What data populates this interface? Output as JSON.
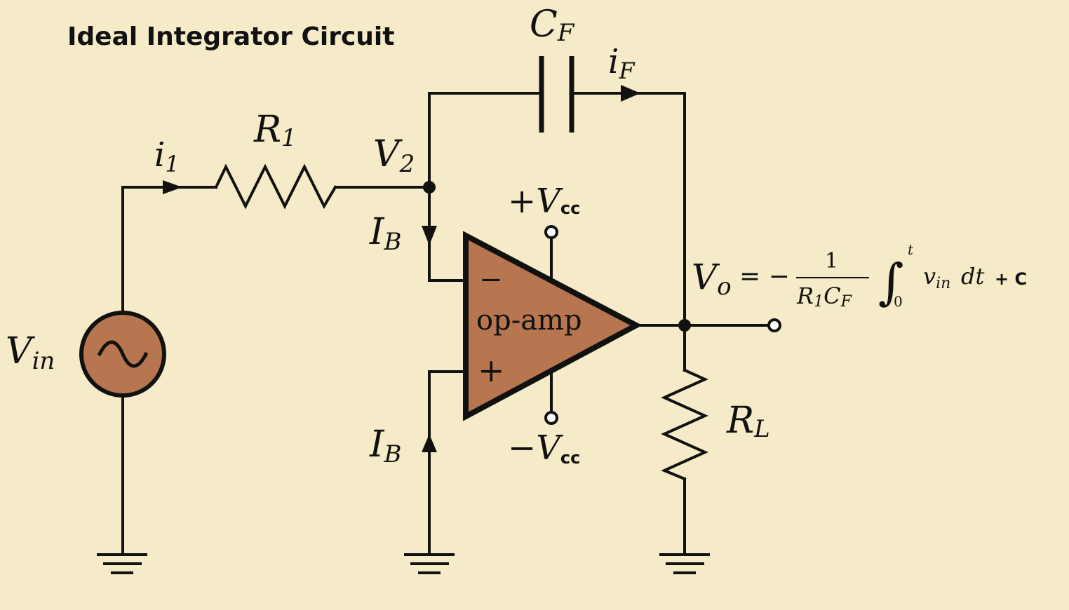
{
  "title": "Ideal Integrator Circuit",
  "colors": {
    "background": "#f5ebc8",
    "component_fill": "#b87650",
    "wire": "#111111"
  },
  "labels": {
    "cf": {
      "main": "C",
      "sub": "F"
    },
    "if": {
      "main": "i",
      "sub": "F"
    },
    "r1": {
      "main": "R",
      "sub": "1"
    },
    "i1": {
      "main": "i",
      "sub": "1"
    },
    "v2": {
      "main": "V",
      "sub": "2"
    },
    "ib_top": {
      "main": "I",
      "sub": "B"
    },
    "ib_bottom": {
      "main": "I",
      "sub": "B"
    },
    "vcc_pos": {
      "sign": "+",
      "main": "V",
      "sub": "cc"
    },
    "vcc_neg": {
      "sign": "−",
      "main": "V",
      "sub": "cc"
    },
    "vin": {
      "main": "V",
      "sub": "in"
    },
    "rl": {
      "main": "R",
      "sub": "L"
    },
    "opamp": {
      "text": "op-amp",
      "minus": "−",
      "plus": "+"
    }
  },
  "formula": {
    "lhs_main": "V",
    "lhs_sub": "o",
    "equals": "= −",
    "numerator": "1",
    "den_r": "R",
    "den_r_sub": "1",
    "den_c": "C",
    "den_c_sub": "F",
    "integral": "∫",
    "upper": "t",
    "lower": "0",
    "integrand_main": "v",
    "integrand_sub": "in",
    "dt": "dt",
    "constant": "+ C"
  },
  "icons": [
    "ac-source-icon",
    "ground-icon",
    "resistor-icon",
    "capacitor-icon",
    "opamp-icon",
    "arrow-icon",
    "terminal-icon"
  ]
}
